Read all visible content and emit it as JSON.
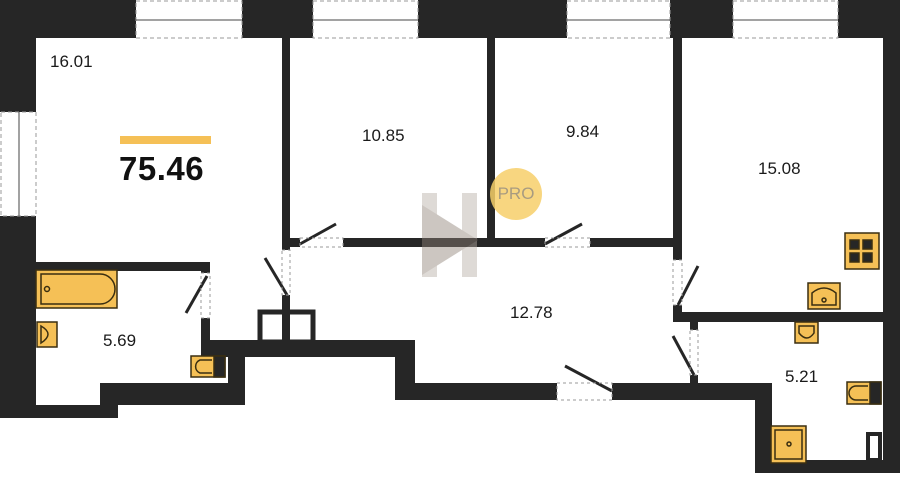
{
  "plan": {
    "total_area": "75.46",
    "rooms": [
      {
        "id": "living",
        "area": "16.01"
      },
      {
        "id": "bedroom-1",
        "area": "10.85"
      },
      {
        "id": "bedroom-2",
        "area": "9.84"
      },
      {
        "id": "kitchen",
        "area": "15.08"
      },
      {
        "id": "hall",
        "area": "12.78"
      },
      {
        "id": "bathroom",
        "area": "5.69"
      },
      {
        "id": "wc",
        "area": "5.21"
      }
    ]
  },
  "watermark": {
    "badge": "PRO"
  },
  "colors": {
    "wall": "#262626",
    "accent": "#f5c056",
    "fixture_stroke": "#3a2e10",
    "badge": "#f7d06a"
  }
}
